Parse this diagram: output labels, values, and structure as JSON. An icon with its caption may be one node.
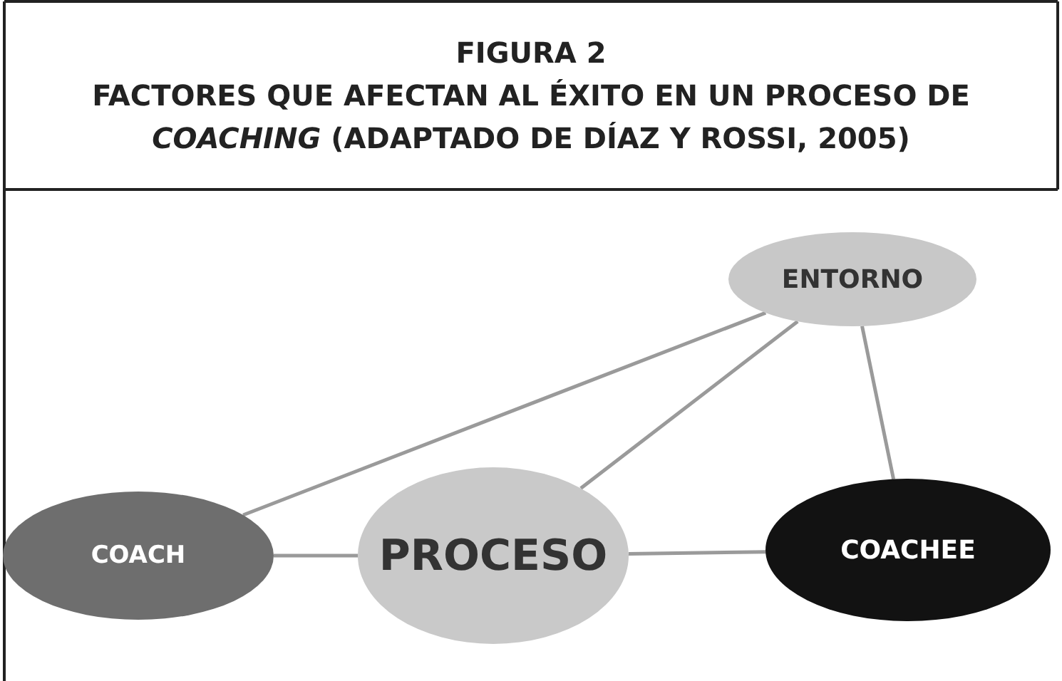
{
  "diagram": {
    "title": "FIGURA 2",
    "nodes": [
      {
        "text": [
          "ENTORNO"
        ]
      },
      {
        "text": [
          "COACH"
        ]
      },
      {
        "text": [
          "PROCESO"
        ]
      },
      {
        "text": [
          "COACHEE"
        ]
      }
    ],
    "edges": [
      {
        "from": 0,
        "to": 1,
        "arrow": "none"
      },
      {
        "from": 0,
        "to": 2,
        "arrow": "none"
      },
      {
        "from": 0,
        "to": 3,
        "arrow": "none"
      },
      {
        "from": 1,
        "to": 2,
        "arrow": "none"
      },
      {
        "from": 2,
        "to": 3,
        "arrow": "none"
      }
    ],
    "labels": [
      "FACTORES QUE AFECTAN AL ÉXITO EN UN PROCESO DE *COACHING* (ADAPTADO DE DÍAZ Y ROSSI, 2005)"
    ]
  }
}
